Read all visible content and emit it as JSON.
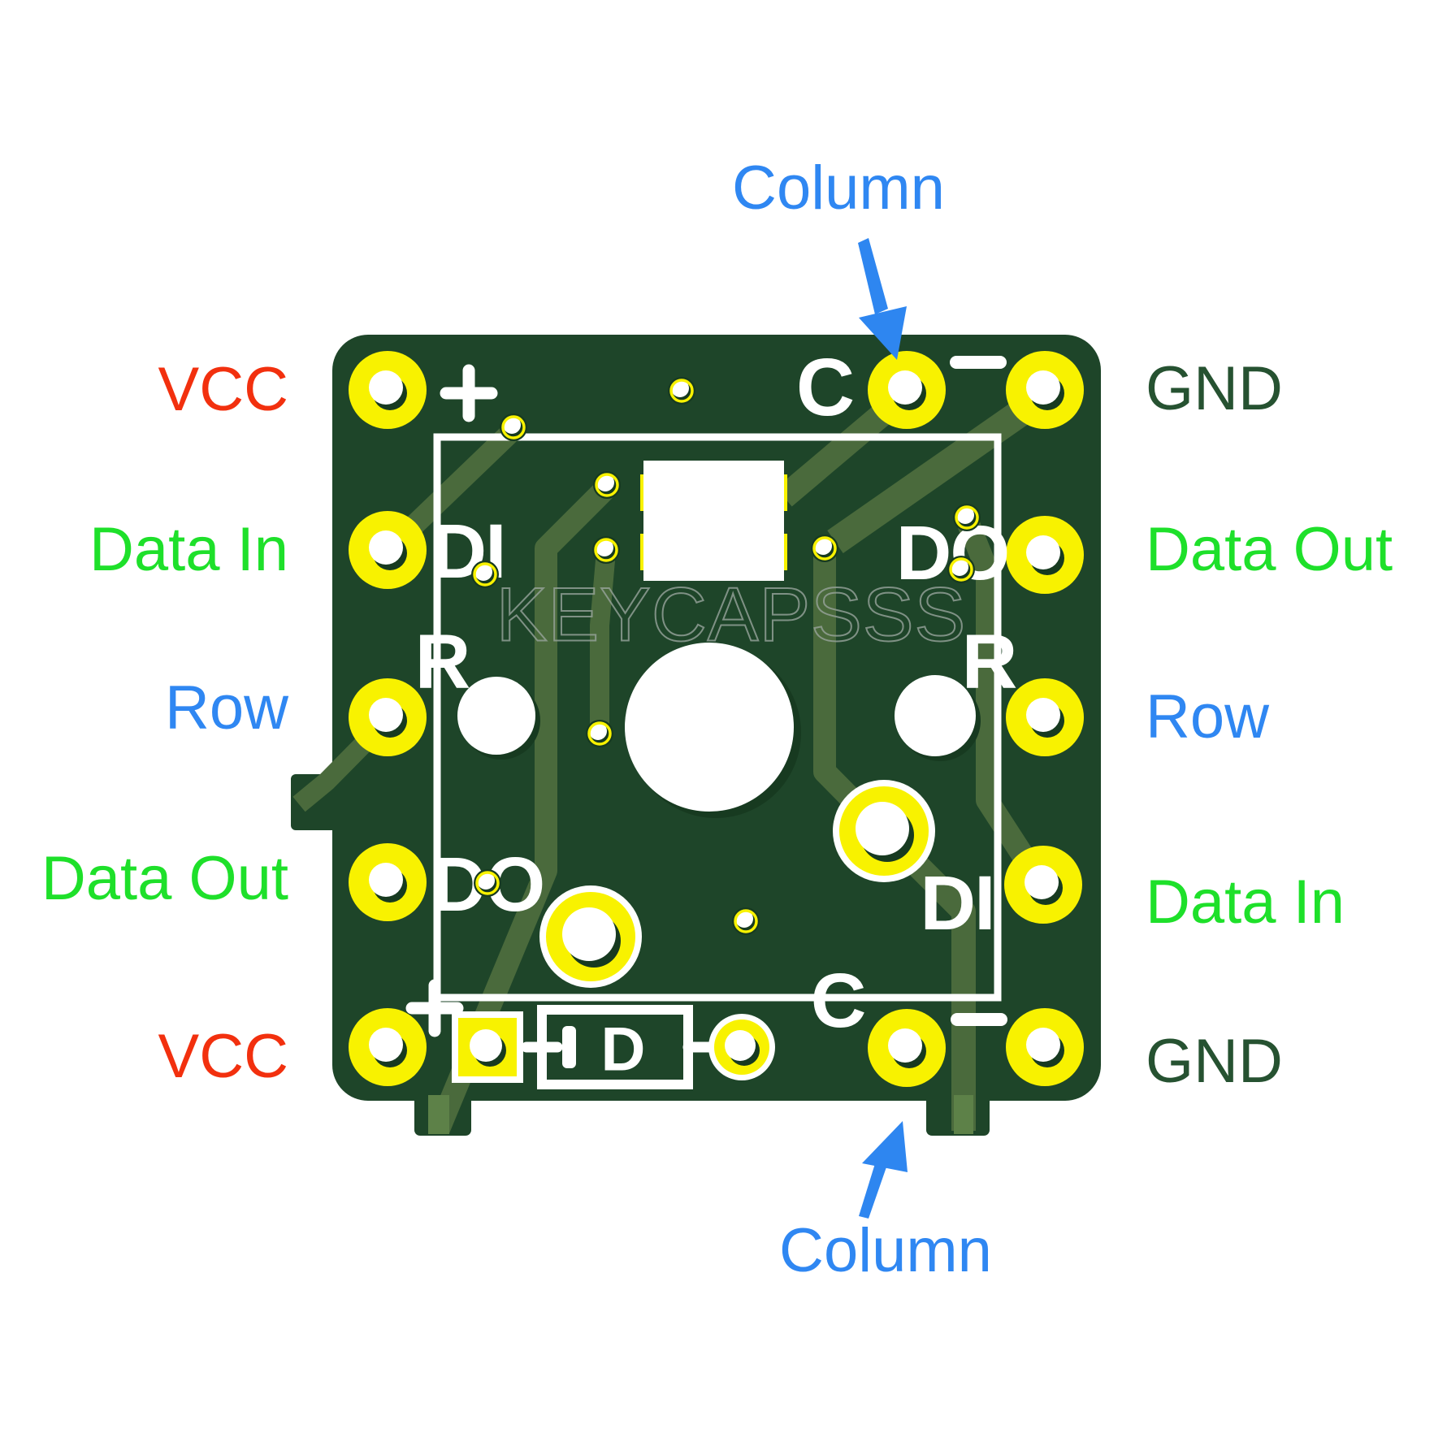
{
  "colors": {
    "board_green": "#1e4529",
    "trace_olive": "#4a6a3c",
    "trace_bright": "#5d8148",
    "pad_yellow": "#f8f200",
    "silk_white": "#ffffff",
    "hole_dark": "#173a20",
    "watermark_gray": "#98a49c",
    "label_red": "#f2300e",
    "label_green": "#1ee02a",
    "label_blue": "#2f87f2",
    "label_dark_green": "#265231",
    "arrow_blue": "#2e86f0",
    "background": "#ffffff"
  },
  "side_labels": {
    "left": [
      {
        "text": "VCC",
        "color": "red"
      },
      {
        "text": "Data In",
        "color": "green"
      },
      {
        "text": "Row",
        "color": "blue"
      },
      {
        "text": "Data Out",
        "color": "green"
      },
      {
        "text": "VCC",
        "color": "red"
      }
    ],
    "right": [
      {
        "text": "GND",
        "color": "dark_green"
      },
      {
        "text": "Data Out",
        "color": "green"
      },
      {
        "text": "Row",
        "color": "blue"
      },
      {
        "text": "Data In",
        "color": "green"
      },
      {
        "text": "GND",
        "color": "dark_green"
      }
    ]
  },
  "column_labels": {
    "top": "Column",
    "bottom": "Column"
  },
  "silkscreen": {
    "plus_top": "+",
    "c_top": "C",
    "minus_top": "−",
    "di_top_left": "DI",
    "do_top_right": "DO",
    "r_left": "R",
    "r_right": "R",
    "do_bottom_left": "DO",
    "di_bottom_right": "DI",
    "c_bottom": "C",
    "plus_bottom": "+",
    "minus_bottom": "−",
    "diode_label": "D"
  },
  "watermark": "KEYCAPSSS"
}
